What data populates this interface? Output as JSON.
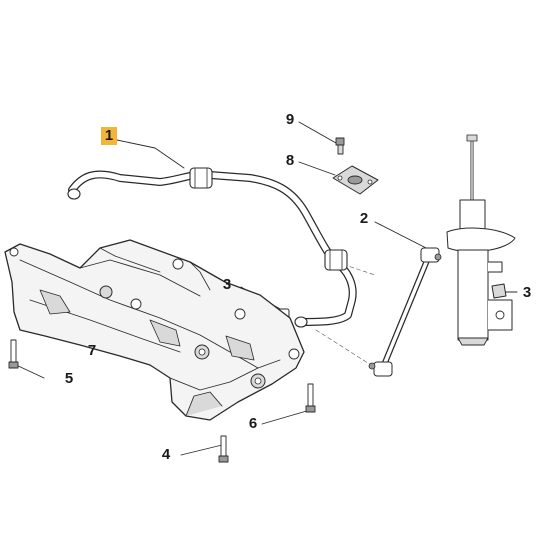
{
  "diagram": {
    "callouts": [
      {
        "id": "c1",
        "label": "1",
        "highlighted": true
      },
      {
        "id": "c2",
        "label": "2"
      },
      {
        "id": "c3a",
        "label": "3"
      },
      {
        "id": "c3b",
        "label": "3"
      },
      {
        "id": "c4",
        "label": "4"
      },
      {
        "id": "c5",
        "label": "5"
      },
      {
        "id": "c6",
        "label": "6"
      },
      {
        "id": "c7",
        "label": "7"
      },
      {
        "id": "c8",
        "label": "8"
      },
      {
        "id": "c9",
        "label": "9"
      }
    ],
    "colors": {
      "line": "#2a2a2a",
      "fill_light": "#f4f4f4",
      "fill_mid": "#d9d9d9",
      "fill_dark": "#9a9a9a",
      "highlight": "#f2b43a"
    }
  }
}
